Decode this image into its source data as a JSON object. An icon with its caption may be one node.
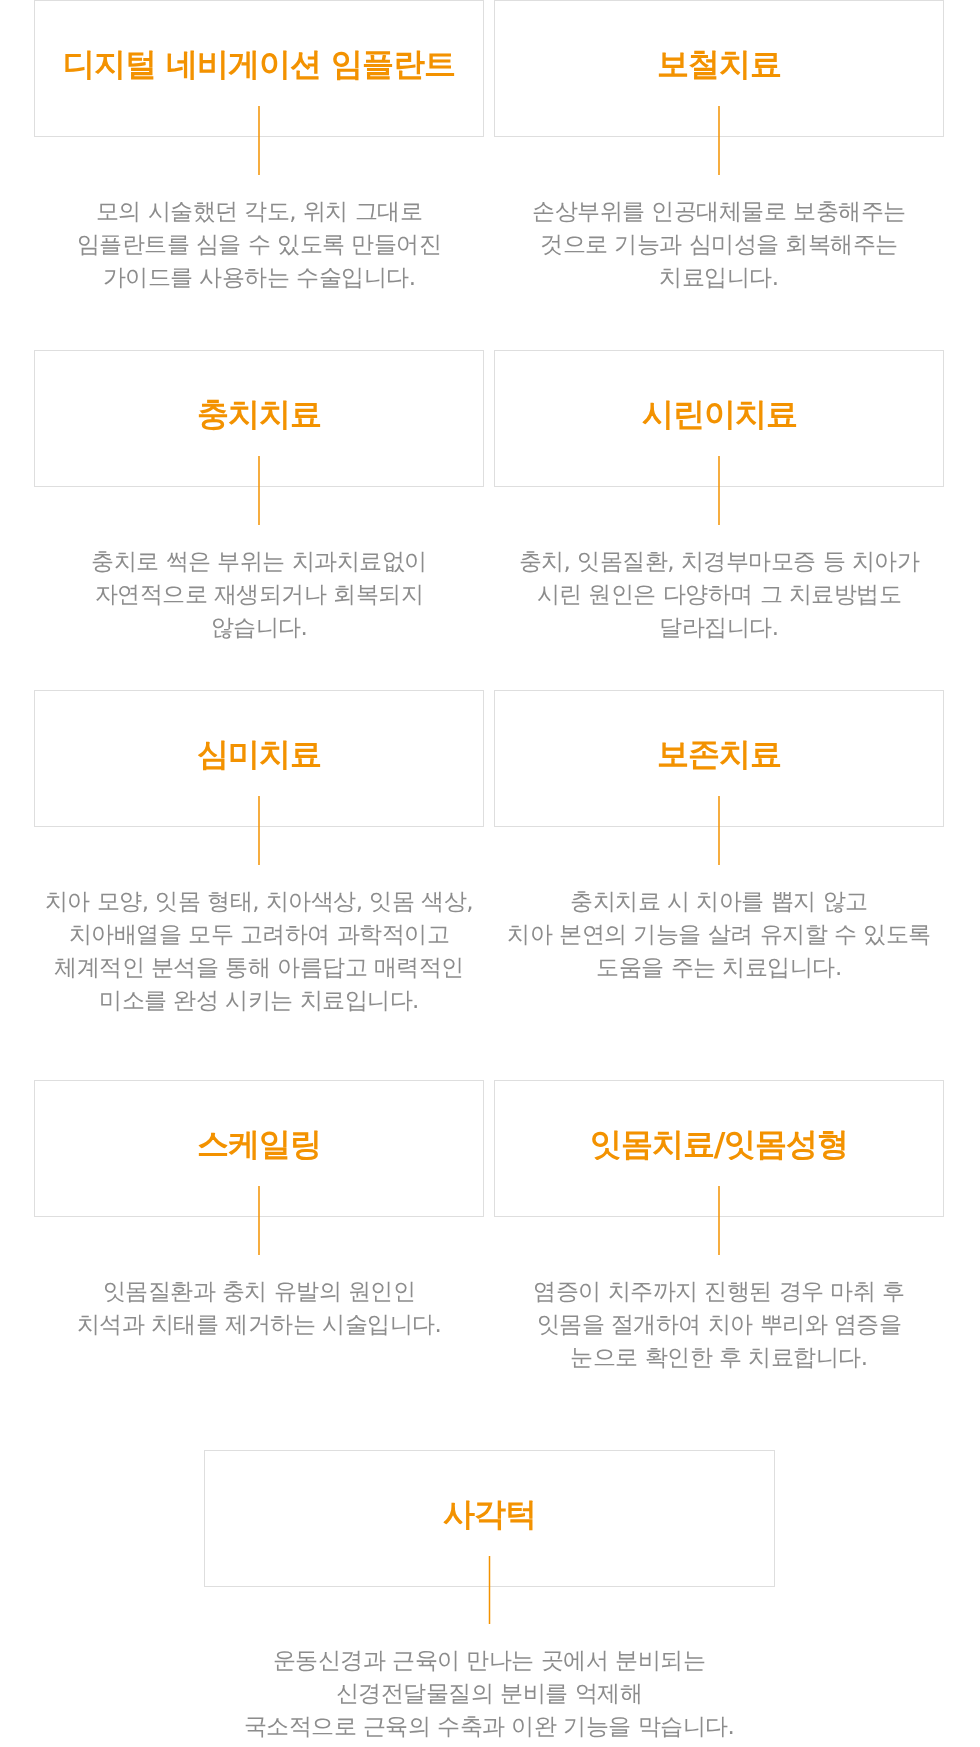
{
  "diagram": {
    "nodes": [
      {
        "text": [
          "디지털 네비게이션 임플란트"
        ]
      },
      {
        "text": [
          "보철치료"
        ]
      },
      {
        "text": [
          "모의 시술했던 각도, 위치 그대로 임플란트를 심을 수 있도록 만들어진 가이드를 사용하는 수술입니다."
        ]
      },
      {
        "text": [
          "손상부위를 인공대체물로 보충해주는 것으로 기능과 심미성을 회복해주는 치료입니다."
        ]
      },
      {
        "text": [
          "충치치료"
        ]
      },
      {
        "text": [
          "시린이치료"
        ]
      },
      {
        "text": [
          "충치로 썩은 부위는 치과치료없이 자연적으로 재생되거나 회복되지 않습니다."
        ]
      },
      {
        "text": [
          "충치, 잇몸질환, 치경부마모증 등 치아가 시린 원인은 다양하며 그 치료방법도 달라집니다."
        ]
      },
      {
        "text": [
          "심미치료"
        ]
      },
      {
        "text": [
          "보존치료"
        ]
      },
      {
        "text": [
          "치아 모양, 잇몸 형태, 치아색상, 잇몸 색상, 치아배열을 모두 고려하여 과학적이고 체계적인 분석을 통해 아름답고 매력적인 미소를 완성 시키는 치료입니다."
        ]
      },
      {
        "text": [
          "충치치료 시 치아를 뽑지 않고 치아 본연의 기능을 살려 유지할 수 있도록 도움을 주는 치료입니다."
        ]
      },
      {
        "text": [
          "스케일링"
        ]
      },
      {
        "text": [
          "잇몸치료/잇몸성형"
        ]
      },
      {
        "text": [
          "잇몸질환과 충치 유발의 원인인 치석과 치태를 제거하는 시술입니다."
        ]
      },
      {
        "text": [
          "염증이 치주까지 진행된 경우 마취 후 잇몸을 절개하여 치아 뿌리와 염증을 눈으로 확인한 후 치료합니다."
        ]
      },
      {
        "text": [
          "사각턱"
        ]
      },
      {
        "text": [
          "운동신경과 근육이 만나는 곳에서 분비되는 신경전달물질의 분비를 억제해 국소적으로 근육의 수축과 이완 기능을 막습니다."
        ]
      }
    ],
    "edges": [
      {
        "from": 0,
        "to": 2,
        "arrow": "none"
      },
      {
        "from": 1,
        "to": 3,
        "arrow": "none"
      },
      {
        "from": 4,
        "to": 6,
        "arrow": "none"
      },
      {
        "from": 5,
        "to": 7,
        "arrow": "none"
      },
      {
        "from": 8,
        "to": 10,
        "arrow": "none"
      },
      {
        "from": 9,
        "to": 11,
        "arrow": "none"
      },
      {
        "from": 12,
        "to": 14,
        "arrow": "none"
      },
      {
        "from": 13,
        "to": 15,
        "arrow": "none"
      },
      {
        "from": 16,
        "to": 17,
        "arrow": "none"
      }
    ]
  }
}
